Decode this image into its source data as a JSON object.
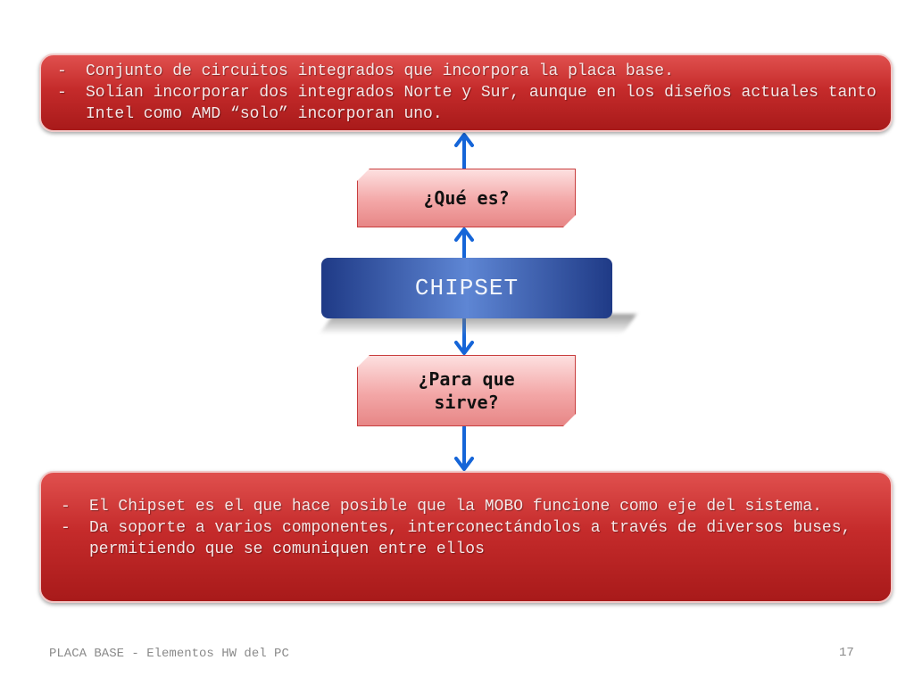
{
  "what_is": {
    "heading": "¿Qué es?",
    "bullets": [
      "Conjunto de circuitos integrados que incorpora la placa base.",
      "Solían incorporar dos integrados Norte y Sur, aunque en los diseños actuales tanto Intel como AMD “solo” incorporan uno."
    ]
  },
  "center": {
    "title": "CHIPSET"
  },
  "what_for": {
    "heading_line1": "¿Para que",
    "heading_line2": "sirve?",
    "bullets": [
      "El Chipset es el que hace posible que la MOBO funcione como eje del sistema.",
      "Da soporte a varios componentes, interconectándolos a través de diversos buses, permitiendo que se comuniquen entre ellos"
    ]
  },
  "footer": {
    "left": "PLACA BASE - Elementos HW del PC",
    "page": "17"
  },
  "colors": {
    "red_box": "#c52b2b",
    "pink_box": "#f3a7a7",
    "chipset_box": "#1f3a86",
    "arrow": "#1565d8"
  }
}
